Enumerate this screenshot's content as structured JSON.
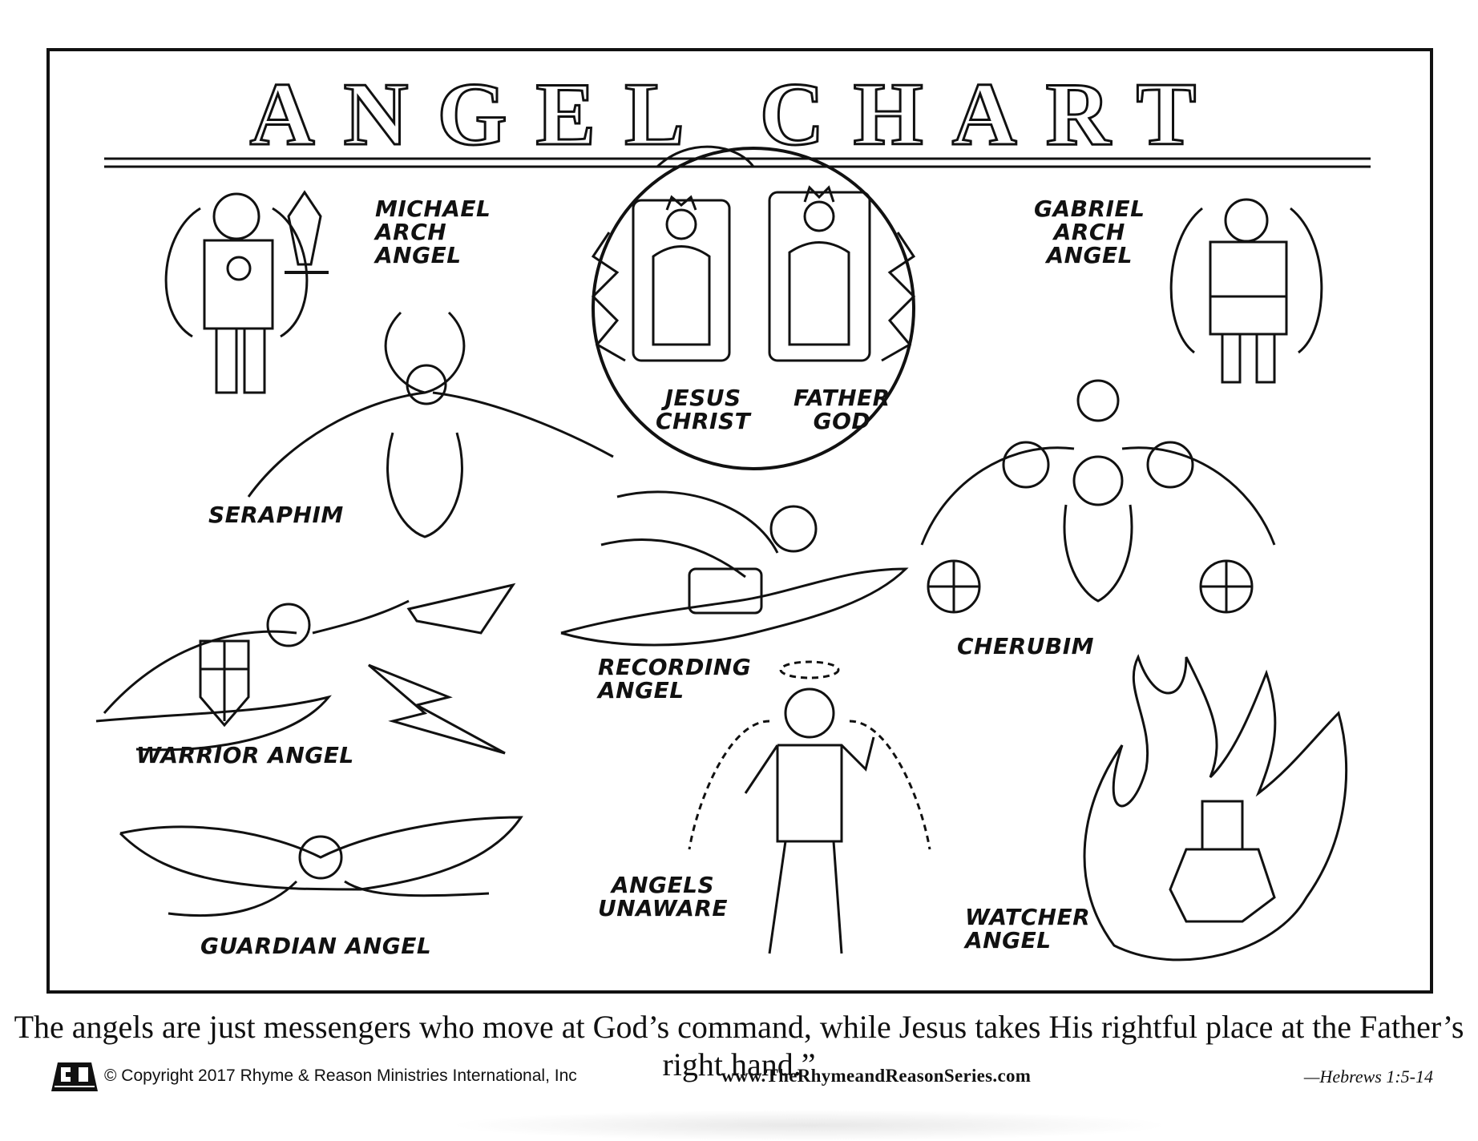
{
  "title": "ANGEL CHART",
  "labels": {
    "michael": "MICHAEL\nARCH\nANGEL",
    "gabriel": "GABRIEL\nARCH\nANGEL",
    "jesus": "JESUS\nCHRIST",
    "father": "FATHER\nGOD",
    "seraphim": "SERAPHIM",
    "cherubim": "CHERUBIM",
    "recording": "RECORDING\nANGEL",
    "warrior": "WARRIOR ANGEL",
    "guardian": "GUARDIAN ANGEL",
    "unaware": "ANGELS\nUNAWARE",
    "watcher": "WATCHER\nANGEL"
  },
  "caption": "The angels are just messengers who move at God’s command, while Jesus takes His rightful place at the Father’s right hand.”",
  "footer": {
    "logo_icon": "rhyme-and-reason-logo",
    "copyright": "© Copyright 2017 Rhyme & Reason Ministries International, Inc",
    "website": "www.TheRhymeandReasonSeries.com",
    "reference": "—Hebrews 1:5-14"
  }
}
